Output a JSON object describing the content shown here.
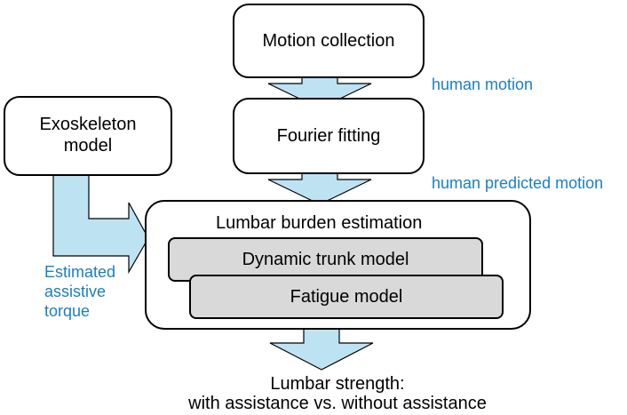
{
  "nodes": {
    "motion_collection": "Motion collection",
    "fourier_fitting": "Fourier fitting",
    "exoskeleton_model": "Exoskeleton\nmodel",
    "lumbar_burden": "Lumbar burden estimation",
    "dynamic_trunk": "Dynamic trunk model",
    "fatigue": "Fatigue model",
    "output": "Lumbar strength:\nwith assistance vs. without assistance"
  },
  "edge_labels": {
    "human_motion": "human motion",
    "human_predicted_motion": "human predicted motion",
    "estimated_torque": "Estimated\nassistive\ntorque"
  },
  "colors": {
    "arrow_fill": "#bde3f3",
    "label_blue": "#1a7fc4",
    "submodel_fill": "#d9d9d9"
  }
}
